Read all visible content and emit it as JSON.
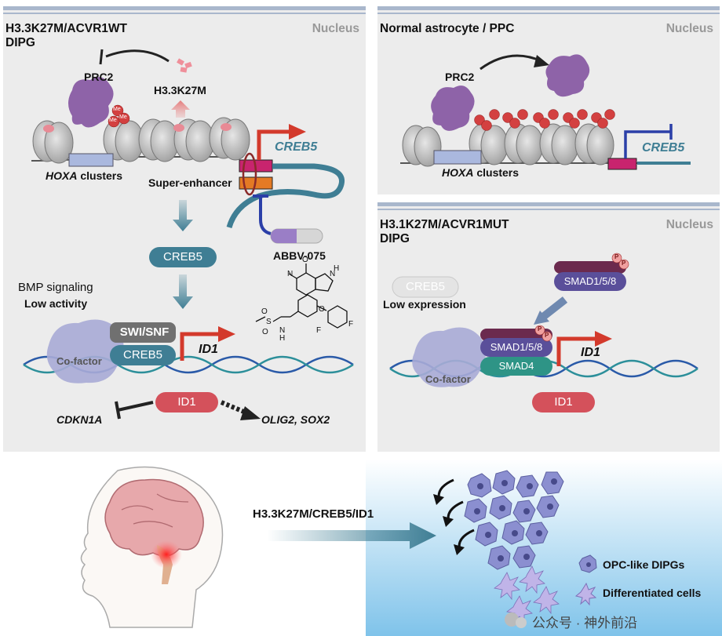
{
  "panels": {
    "left": {
      "title": "H3.3K27M/ACVR1WT\nDIPG",
      "nucleus": "Nucleus"
    },
    "top_right": {
      "title": "Normal astrocyte / PPC",
      "nucleus": "Nucleus"
    },
    "bottom_right": {
      "title": "H3.1K27M/ACVR1MUT\nDIPG",
      "nucleus": "Nucleus"
    }
  },
  "left_labels": {
    "prc2": "PRC2",
    "h33k27m": "H3.3K27M",
    "hoxa_italic": "HOXA",
    "hoxa_rest": " clusters",
    "super_enhancer": "Super-enhancer",
    "creb5_gene": "CREB5",
    "creb5_protein": "CREB5",
    "abbv": "ABBV-075",
    "bmp": "BMP signaling",
    "low_activity": "Low activity",
    "swi_snf": "SWI/SNF",
    "cofactor": "Co-factor",
    "creb5_dna": "CREB5",
    "id1_gene": "ID1",
    "id1_protein": "ID1",
    "cdkn1a": "CDKN1A",
    "olig2": "OLIG2, SOX2",
    "me": "Me"
  },
  "top_right_labels": {
    "prc2": "PRC2",
    "hoxa_italic": "HOXA",
    "hoxa_rest": " clusters",
    "creb5_gene": "CREB5"
  },
  "bottom_right_labels": {
    "creb5": "CREB5",
    "low_expression": "Low expression",
    "smad158_top": "SMAD1/5/8",
    "smad158": "SMAD1/5/8",
    "smad4": "SMAD4",
    "cofactor": "Co-factor",
    "id1_gene": "ID1",
    "id1_protein": "ID1",
    "p": "P"
  },
  "bottom": {
    "pathway": "H3.3K27M/CREB5/ID1",
    "legend_opc": "OPC-like DIPGs",
    "legend_diff": "Differentiated cells",
    "watermark": "公众号 · 神外前沿"
  },
  "colors": {
    "panel_bg": "#ececec",
    "creb5_teal": "#3f7e94",
    "id1_red": "#d4515b",
    "prc2_purple": "#8e63a8",
    "arrow_red": "#d33a2c",
    "inhibit_blue": "#2b3fa8",
    "smad_purple": "#5a3f86",
    "smad4_teal": "#2e9486"
  }
}
